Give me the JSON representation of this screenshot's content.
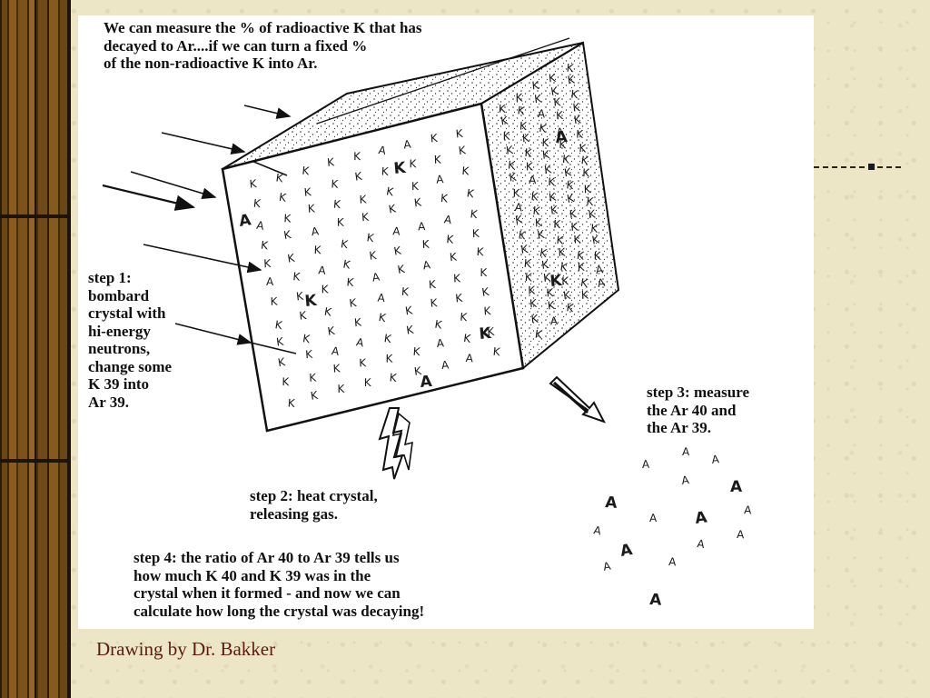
{
  "diagram": {
    "intro_lines": [
      "We can measure the % of radioactive K that has",
      "decayed to Ar....if we can turn a fixed %",
      "of the non-radioactive K into Ar."
    ],
    "step1_lines": [
      "step 1:",
      "bombard",
      "crystal with",
      "hi-energy",
      "neutrons,",
      "change some",
      "K 39 into",
      "Ar 39."
    ],
    "step2_lines": [
      "step 2: heat crystal,",
      "releasing gas."
    ],
    "step3_lines": [
      "step 3: measure",
      "the Ar 40  and",
      "the Ar 39."
    ],
    "step4_lines": [
      "step 4: the ratio of Ar 40 to Ar 39 tells us",
      "how much K 40 and K 39 was in the",
      "crystal when it formed - and now we can",
      "calculate how long the crystal was decaying!"
    ],
    "symbol_k": "K",
    "symbol_a": "A"
  },
  "caption": "Drawing by Dr. Bakker"
}
